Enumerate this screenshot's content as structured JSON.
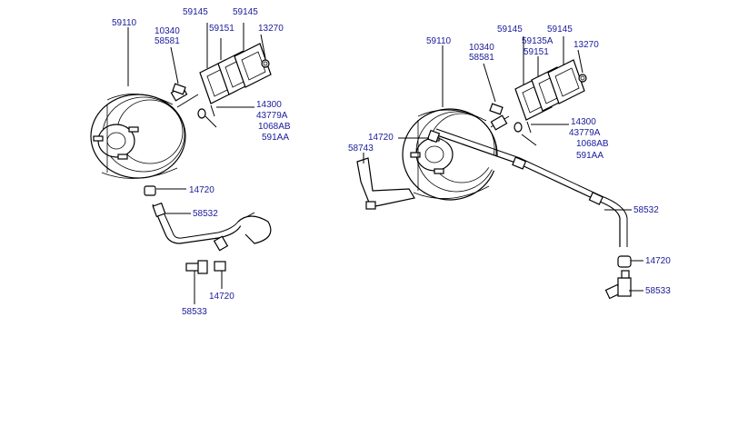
{
  "left_assembly": {
    "labels": {
      "booster": "59110",
      "bolt": "10340",
      "check_valve": "58581",
      "gasket_a": "59145",
      "gasket_b": "59145",
      "spacer": "59151",
      "nut": "13270",
      "clevis": "14300",
      "pin_a": "43779A",
      "pin_b": "1068AB",
      "pin_c": "591AA",
      "clip_top": "14720",
      "hose": "58532",
      "fitting": "58533",
      "clip_bottom": "14720"
    }
  },
  "right_assembly": {
    "labels": {
      "booster": "59110",
      "bolt": "10340",
      "check_valve": "58581",
      "gasket_a": "59145",
      "gasket_c": "59135A",
      "gasket_b": "59145",
      "spacer": "59151",
      "nut": "13270",
      "clevis": "14300",
      "pin_a": "43779A",
      "pin_b": "1068AB",
      "pin_c": "591AA",
      "clip_left": "14720",
      "bracket": "58743",
      "hose": "58532",
      "clip_end": "14720",
      "fitting": "58533"
    }
  }
}
